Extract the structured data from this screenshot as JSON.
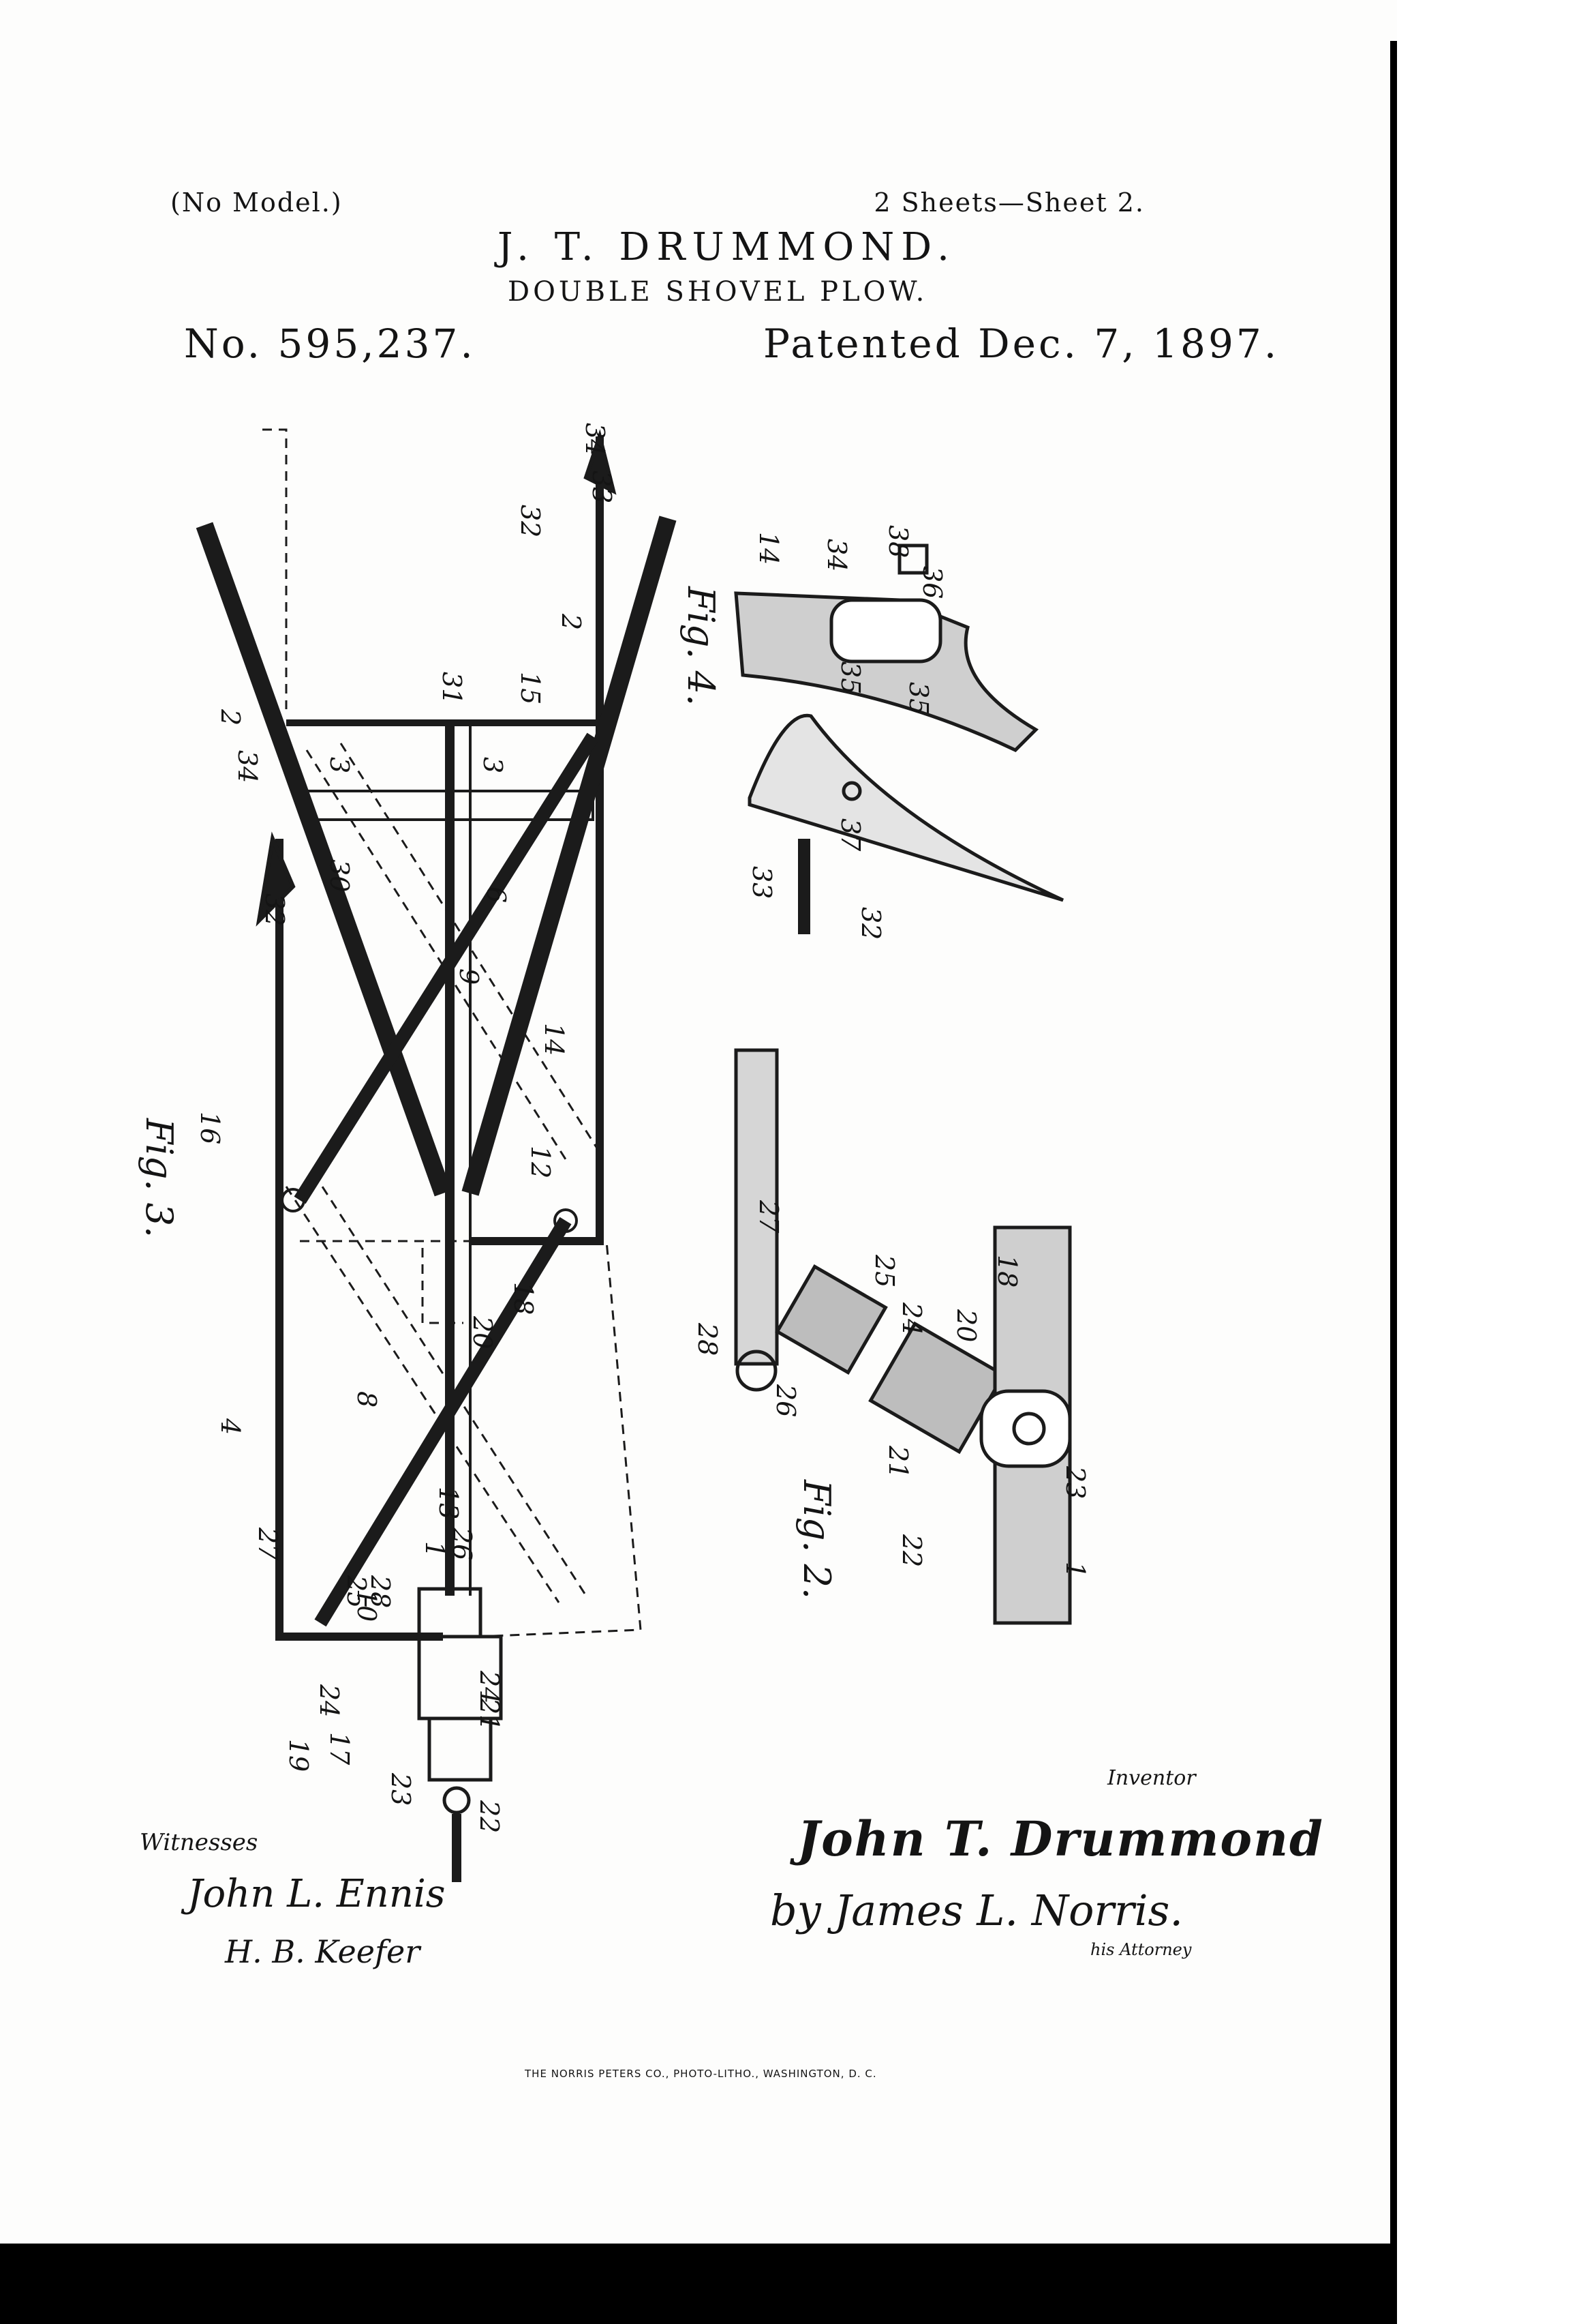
{
  "header": {
    "model_note": "(No Model.)",
    "sheets": "2 Sheets—Sheet 2.",
    "inventor": "J. T. DRUMMOND.",
    "title": "DOUBLE SHOVEL PLOW.",
    "patent_number": "No. 595,237.",
    "patent_date": "Patented Dec. 7, 1897."
  },
  "figures": {
    "fig3": {
      "label": "Fig. 3.",
      "numerals": [
        "34",
        "33",
        "32",
        "2",
        "15",
        "31",
        "3",
        "3",
        "2",
        "34",
        "30",
        "6",
        "9",
        "32",
        "14",
        "16",
        "12",
        "18",
        "20",
        "8",
        "4",
        "13",
        "1",
        "26",
        "27",
        "10",
        "28",
        "25",
        "24",
        "17",
        "21",
        "19",
        "24",
        "23",
        "22"
      ]
    },
    "fig4": {
      "label": "Fig. 4.",
      "numerals": [
        "14",
        "34",
        "38",
        "36",
        "35",
        "35",
        "37",
        "33",
        "32"
      ]
    },
    "fig2": {
      "label": "Fig. 2.",
      "numerals": [
        "27",
        "28",
        "25",
        "26",
        "24",
        "20",
        "18",
        "21",
        "23",
        "22",
        "1"
      ]
    }
  },
  "signatures": {
    "inventor_label": "Inventor",
    "inventor_name": "John T. Drummond",
    "attorney_line": "by James L. Norris.",
    "attorney_label": "his Attorney",
    "witnesses_label": "Witnesses",
    "witness_1": "John L. Ennis",
    "witness_2": "H. B. Keefer"
  },
  "footer": {
    "printer": "THE NORRIS PETERS CO., PHOTO-LITHO., WASHINGTON, D. C."
  },
  "colors": {
    "ink": "#141414",
    "paper": "#fdfdfc",
    "scan_edge": "#000000"
  }
}
